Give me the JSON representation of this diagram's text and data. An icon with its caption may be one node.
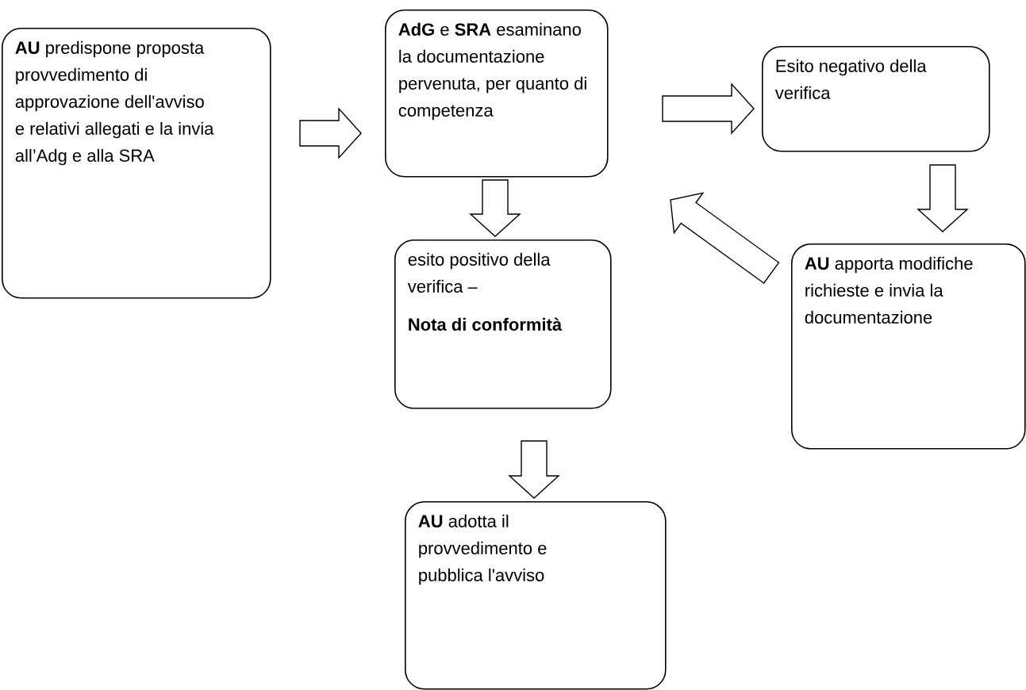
{
  "diagram": {
    "nodes": [
      {
        "text": [
          "**AU** predispone proposta provvedimento di approvazione dell'avviso e relativi allegati e la invia all’Adg e alla SRA"
        ]
      },
      {
        "text": [
          "**AdG** e **SRA** esaminano la documentazione pervenuta, per quanto di competenza"
        ]
      },
      {
        "text": [
          "Esito negativo della verifica"
        ]
      },
      {
        "text": [
          "esito positivo della verifica –",
          "Nota di conformità"
        ]
      },
      {
        "text": [
          "**AU** apporta modifiche richieste e invia la documentazione"
        ]
      },
      {
        "text": [
          "**AU** adotta il provvedimento e pubblica l'avviso"
        ]
      }
    ],
    "edges": [
      {
        "from": 0,
        "to": 1,
        "arrow": "to"
      },
      {
        "from": 1,
        "to": 2,
        "arrow": "to"
      },
      {
        "from": 1,
        "to": 3,
        "arrow": "to"
      },
      {
        "from": 2,
        "to": 4,
        "arrow": "to"
      },
      {
        "from": 4,
        "to": 1,
        "arrow": "to"
      },
      {
        "from": 3,
        "to": 5,
        "arrow": "to"
      }
    ]
  }
}
